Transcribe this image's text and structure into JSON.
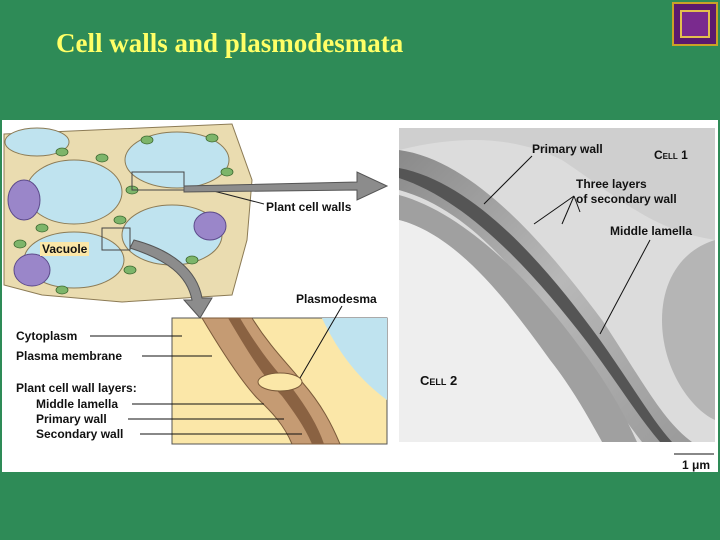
{
  "slide": {
    "title": "Cell walls and plasmodesmata",
    "colors": {
      "background": "#2e8b57",
      "title": "#ffff66",
      "logo": "#5a1a6e"
    },
    "logo_icon": "university-shield-icon"
  },
  "figure": {
    "diagram": {
      "labels": {
        "plant_cell_walls": "Plant cell walls",
        "vacuole": "Vacuole",
        "plasmodesma": "Plasmodesma",
        "cytoplasm": "Cytoplasm",
        "plasma_membrane": "Plasma membrane",
        "wall_layers_heading": "Plant cell wall layers:",
        "middle_lamella": "Middle lamella",
        "primary_wall": "Primary wall",
        "secondary_wall": "Secondary wall"
      }
    },
    "micrograph": {
      "labels": {
        "primary_wall": "Primary wall",
        "cell_1": "Cell 1",
        "three_layers_line1": "Three layers",
        "three_layers_line2": "of secondary wall",
        "middle_lamella": "Middle lamella",
        "cell_2": "Cell 2",
        "scale_bar": "1 μm"
      }
    }
  }
}
